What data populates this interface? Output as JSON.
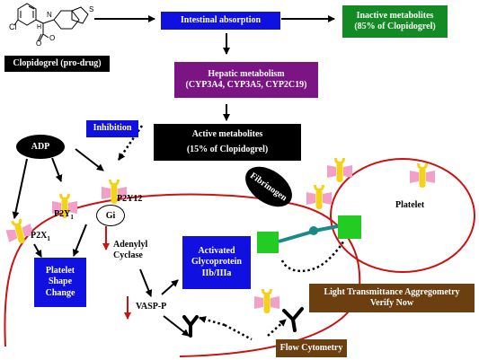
{
  "nodes": {
    "clopidogrel": "Clopidogrel (pro-drug)",
    "absorption": "Intestinal absorption",
    "inactive_line1": "Inactive metabolites",
    "inactive_line2": "(85% of Clopidogrel)",
    "hepatic_line1": "Hepatic metabolism",
    "hepatic_line2": "(CYP3A4, CYP3A5, CYP2C19)",
    "inhibition": "Inhibition",
    "active_line1": "Active metabolites",
    "active_line2": "(15% of Clopidogrel)",
    "adp": "ADP",
    "p2y12": "P2Y12",
    "gi": "Gi",
    "p2y1_main": "P2Y",
    "p2y1_sub": "1",
    "p2x1_main": "P2X",
    "p2x1_sub": "1",
    "fibrinogen": "Fibrinogen",
    "platelet": "Platelet",
    "shape_line1": "Platelet",
    "shape_line2": "Shape",
    "shape_line3": "Change",
    "adenylyl_line1": "Adenylyl",
    "adenylyl_line2": "Cyclase",
    "gp_line1": "Activated",
    "gp_line2": "Glycoprotein",
    "gp_line3": "IIb/IIIa",
    "vasp": "VASP-P",
    "lta_line1": "Light Transmittance Aggregometry",
    "lta_line2": "Verify Now",
    "flow": "Flow Cytometry"
  },
  "colors": {
    "blue_box": "#1010e0",
    "green_box": "#138a23",
    "purple_box": "#7b1583",
    "brown_box": "#6b3f10",
    "membrane": "#cc1111",
    "receptor_yellow": "#f5d21a",
    "receptor_pink": "#f2a0c8",
    "gp_green": "#22cc22",
    "connector_teal": "#1a8a88"
  }
}
